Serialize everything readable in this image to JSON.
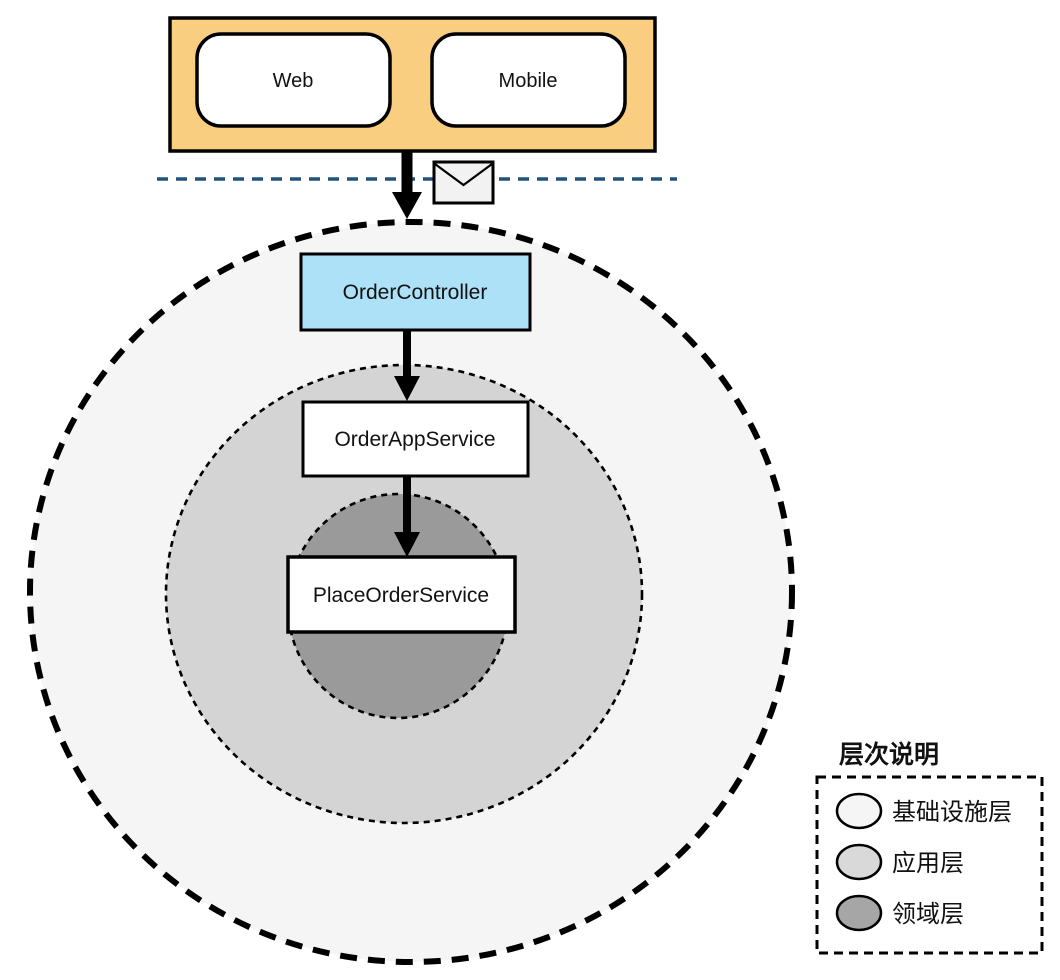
{
  "diagram": {
    "client_layer": {
      "web_label": "Web",
      "mobile_label": "Mobile"
    },
    "boundary": {
      "envelope_icon": "message-envelope-icon",
      "line_color": "#21527E"
    },
    "nodes": {
      "controller": "OrderController",
      "app_service": "OrderAppService",
      "domain_service": "PlaceOrderService"
    },
    "legend": {
      "title": "层次说明",
      "items": [
        {
          "label": "基础设施层",
          "color": "#F5F5F5"
        },
        {
          "label": "应用层",
          "color": "#D9D9D9"
        },
        {
          "label": "领域层",
          "color": "#A6A6A6"
        }
      ]
    },
    "colors": {
      "client_container": "#F9CE81",
      "controller_box": "#ACE1F7",
      "infrastructure_ring": "#F5F5F5",
      "application_ring": "#D4D4D4",
      "domain_circle": "#9A9A9A",
      "envelope_fill": "#F2F2F2",
      "stroke": "#000000"
    }
  }
}
